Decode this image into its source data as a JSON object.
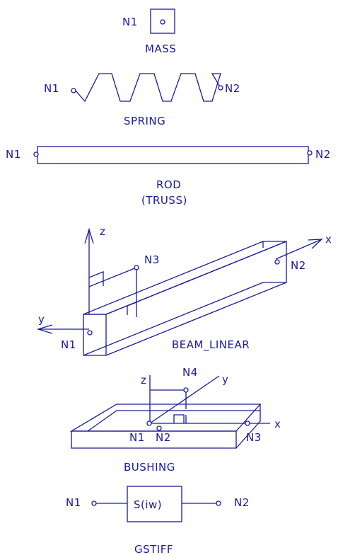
{
  "colors": {
    "ink": "#1a1a9c",
    "background": "#ffffff"
  },
  "mass": {
    "n1": "N1",
    "title": "MASS"
  },
  "spring": {
    "n1": "N1",
    "n2": "N2",
    "title": "SPRING"
  },
  "rod": {
    "n1": "N1",
    "n2": "N2",
    "title": "ROD",
    "subtitle": "(TRUSS)"
  },
  "beam": {
    "x_axis": "x",
    "y_axis": "y",
    "z_axis": "z",
    "n1": "N1",
    "n2": "N2",
    "n3": "N3",
    "title": "BEAM_LINEAR"
  },
  "bushing": {
    "z_axis": "z",
    "y_axis": "y",
    "x_axis": "x",
    "n1": "N1",
    "n2": "N2",
    "n3": "N3",
    "n4": "N4",
    "title": "BUSHING"
  },
  "gstiff": {
    "n1": "N1",
    "n2": "N2",
    "box_label": "S(iw)",
    "title": "GSTIFF"
  }
}
